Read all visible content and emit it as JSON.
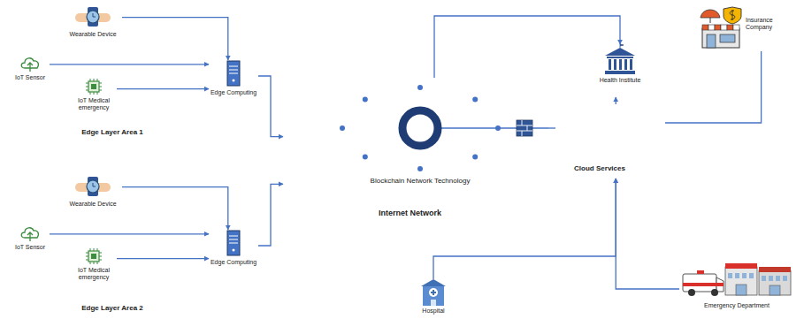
{
  "diagram": {
    "nodes": [
      {
        "text": [
          "Edge Layer Area 1"
        ]
      },
      {
        "text": [
          "Wearable Device"
        ],
        "in": 0
      },
      {
        "text": [
          "IoT Sensor"
        ],
        "in": 0
      },
      {
        "text": [
          "IoT Medical emergency"
        ],
        "in": 0
      },
      {
        "text": [
          "Edge Computing"
        ],
        "in": 0
      },
      {
        "text": [
          "Edge Layer Area 2"
        ]
      },
      {
        "text": [
          "Wearable Device"
        ],
        "in": 5
      },
      {
        "text": [
          "IoT Sensor"
        ],
        "in": 5
      },
      {
        "text": [
          "IoT Medical emergency"
        ],
        "in": 5
      },
      {
        "text": [
          "Edge Computing"
        ],
        "in": 5
      },
      {
        "text": [
          "Blockchain Network Technology"
        ]
      },
      {
        "text": [
          "Health Institute"
        ]
      },
      {
        "text": [
          "Insurance Company"
        ]
      },
      {
        "text": [
          "Cloud Services"
        ]
      },
      {
        "text": [
          "Hospital"
        ]
      },
      {
        "text": [
          "Emergency Department"
        ]
      }
    ],
    "edges": [
      {
        "from": 1,
        "to": 4,
        "arrow": "to"
      },
      {
        "from": 2,
        "to": 4,
        "arrow": "to"
      },
      {
        "from": 3,
        "to": 4,
        "arrow": "to"
      },
      {
        "from": 6,
        "to": 9,
        "arrow": "to"
      },
      {
        "from": 7,
        "to": 9,
        "arrow": "to"
      },
      {
        "from": 8,
        "to": 9,
        "arrow": "to"
      },
      {
        "from": 4,
        "to": 10,
        "arrow": "to"
      },
      {
        "from": 9,
        "to": 10,
        "arrow": "to"
      },
      {
        "from": 10,
        "to": 11,
        "arrow": "to"
      },
      {
        "from": 10,
        "to": 13,
        "arrow": "none"
      },
      {
        "from": 13,
        "to": 11,
        "arrow": "to"
      },
      {
        "from": 13,
        "to": 12,
        "arrow": "none"
      },
      {
        "from": 14,
        "to": 13,
        "arrow": "to"
      },
      {
        "from": 15,
        "to": 13,
        "arrow": "to"
      }
    ],
    "labels": [
      "Internet Network"
    ]
  }
}
